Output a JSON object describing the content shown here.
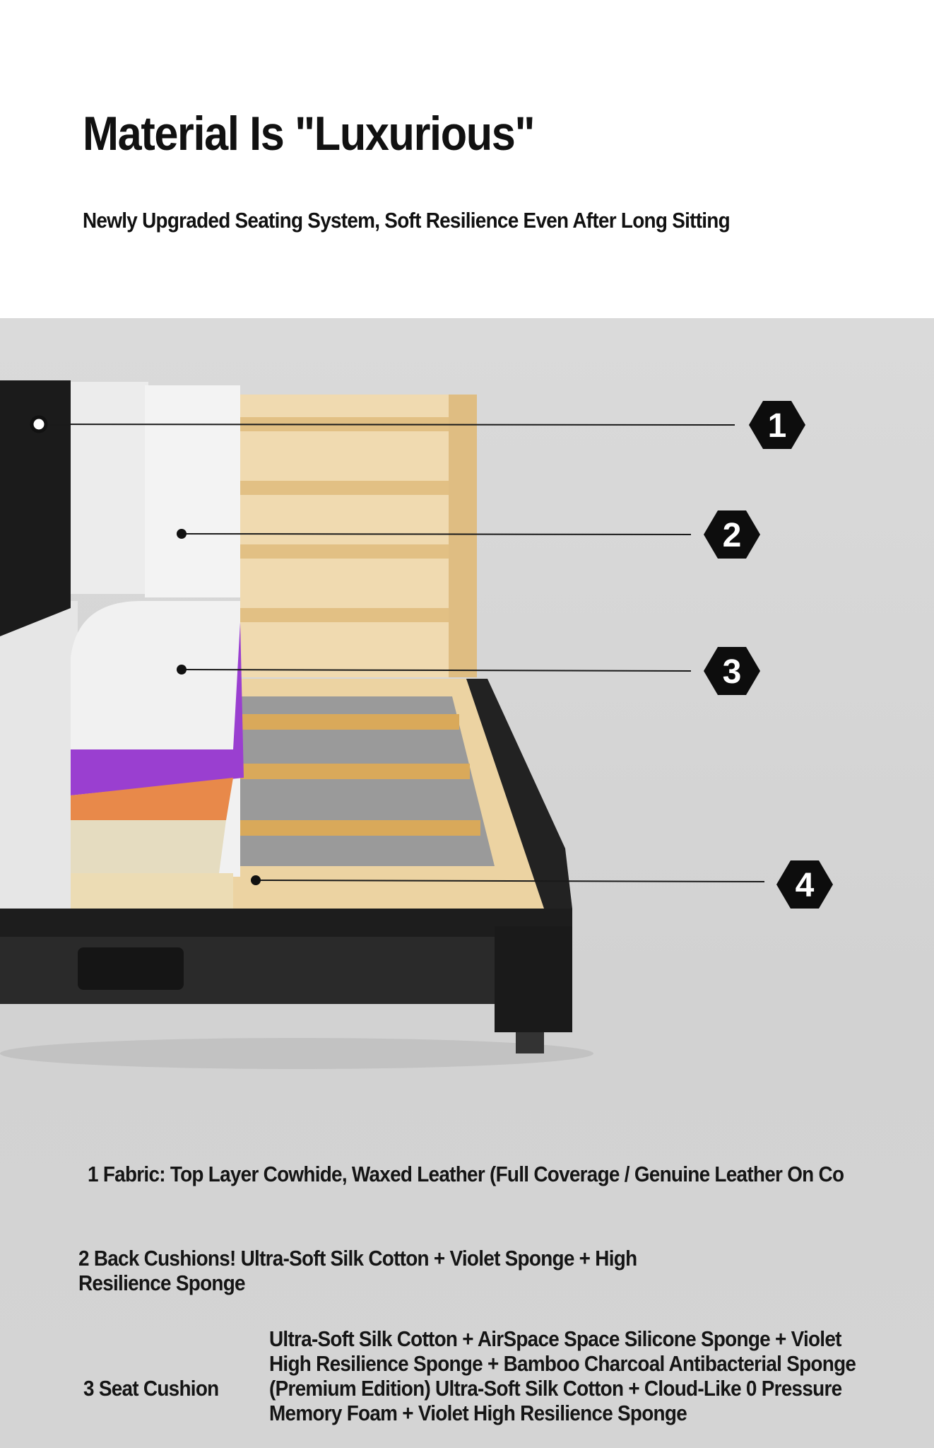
{
  "header": {
    "title": "Material Is \"Luxurious\"",
    "subtitle": "Newly Upgraded Seating System, Soft Resilience Even After Long Sitting"
  },
  "callouts": [
    "1",
    "2",
    "3",
    "4"
  ],
  "features": {
    "fabric": "1 Fabric: Top Layer Cowhide, Waxed Leather (Full Coverage / Genuine Leather On Co",
    "back_cushions": "2 Back Cushions! Ultra-Soft Silk Cotton + Violet Sponge + High Resilience Sponge",
    "seat_cushion_label": "3 Seat Cushion",
    "seat_cushion_desc": "Ultra-Soft Silk Cotton + AirSpace Space Silicone Sponge + Violet High Resilience Sponge + Bamboo Charcoal Antibacterial Sponge (Premium Edition) Ultra-Soft Silk Cotton + Cloud-Like 0 Pressure Memory Foam + Violet High Resilience Sponge"
  },
  "colors": {
    "violet": "#9a3fd0",
    "orange": "#e8894a",
    "wood": "#ecd3a2"
  }
}
